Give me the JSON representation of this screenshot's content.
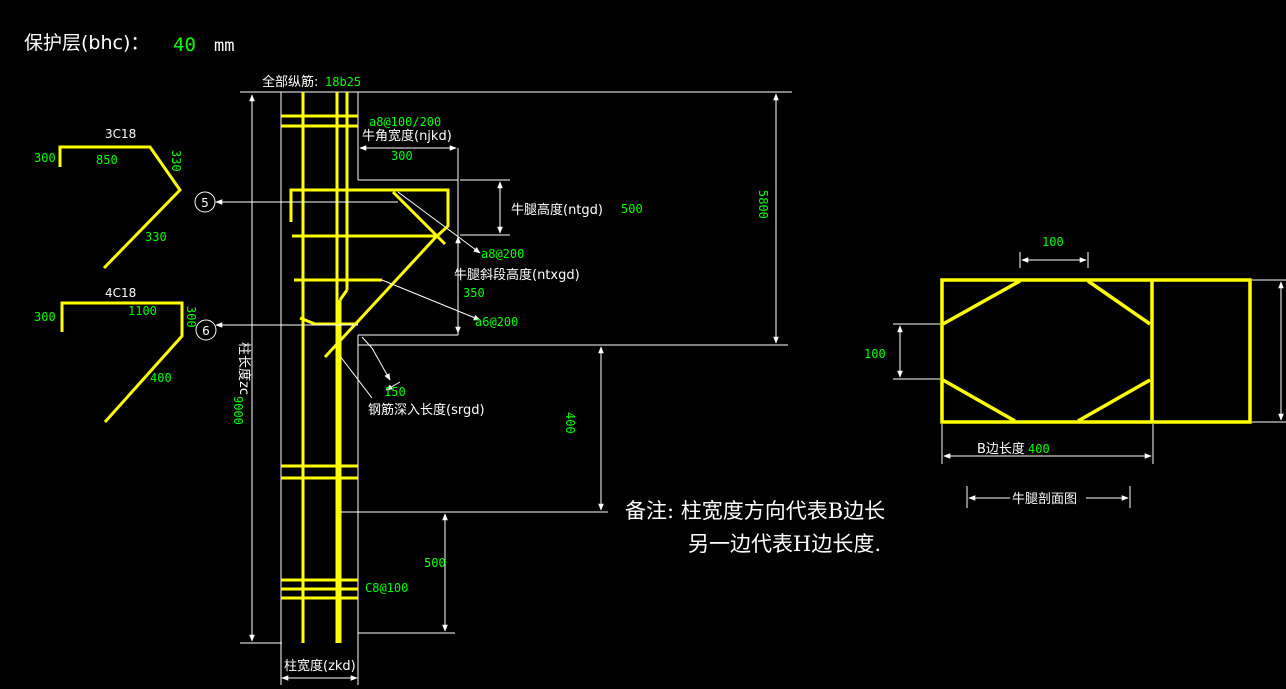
{
  "colors": {
    "background": "#000000",
    "rebar": "#ffff00",
    "dimension": "#ffffff",
    "value": "#00ff00",
    "label": "#ffffff"
  },
  "header": {
    "cover_label": "保护层(bhc)：",
    "cover_value": "40",
    "cover_unit": "mm"
  },
  "column": {
    "all_bars_label": "全部纵筋:",
    "all_bars_value": "18b25",
    "width_label": "柱宽度(zkd)",
    "length_label": "柱长度zc",
    "length_value": "9000",
    "stirrup_top": "a8@100/200",
    "stirrup_bottom": "C8@100"
  },
  "corbel": {
    "corner_width_label": "牛角宽度(njkd)",
    "corner_width_value": "300",
    "height_label": "牛腿高度(ntgd)",
    "height_value": "500",
    "slope_height_label": "牛腿斜段高度(ntxgd)",
    "slope_height_value": "350",
    "stirrup_1": "a8@200",
    "stirrup_2": "a6@200",
    "embed_label": "钢筋深入长度(srgd)",
    "embed_value": "150",
    "dim_upper": "5800",
    "dim_lower": "400",
    "dim_base": "500"
  },
  "bars": {
    "bar5": {
      "marker": "5",
      "name": "3C18",
      "left": "300",
      "top": "850",
      "right": "330",
      "slope": "330"
    },
    "bar6": {
      "marker": "6",
      "name": "4C18",
      "left": "300",
      "top": "1100",
      "right": "300",
      "slope": "400"
    }
  },
  "section": {
    "top_dim": "100",
    "left_dim": "100",
    "bottom_label": "B边长度",
    "bottom_value": "400",
    "title": "牛腿剖面图"
  },
  "note": {
    "line1": "备注: 柱宽度方向代表B边长",
    "line2": "另一边代表H边长度."
  }
}
